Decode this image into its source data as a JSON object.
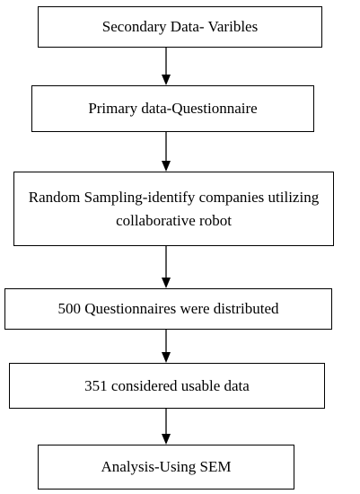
{
  "flowchart": {
    "steps": [
      {
        "text": "Secondary Data- Varibles"
      },
      {
        "text": "Primary data-Questionnaire"
      },
      {
        "text": "Random Sampling-identify companies utilizing collaborative robot"
      },
      {
        "text": "500 Questionnaires were distributed"
      },
      {
        "text": "351 considered usable data"
      },
      {
        "text": "Analysis-Using SEM"
      }
    ]
  }
}
